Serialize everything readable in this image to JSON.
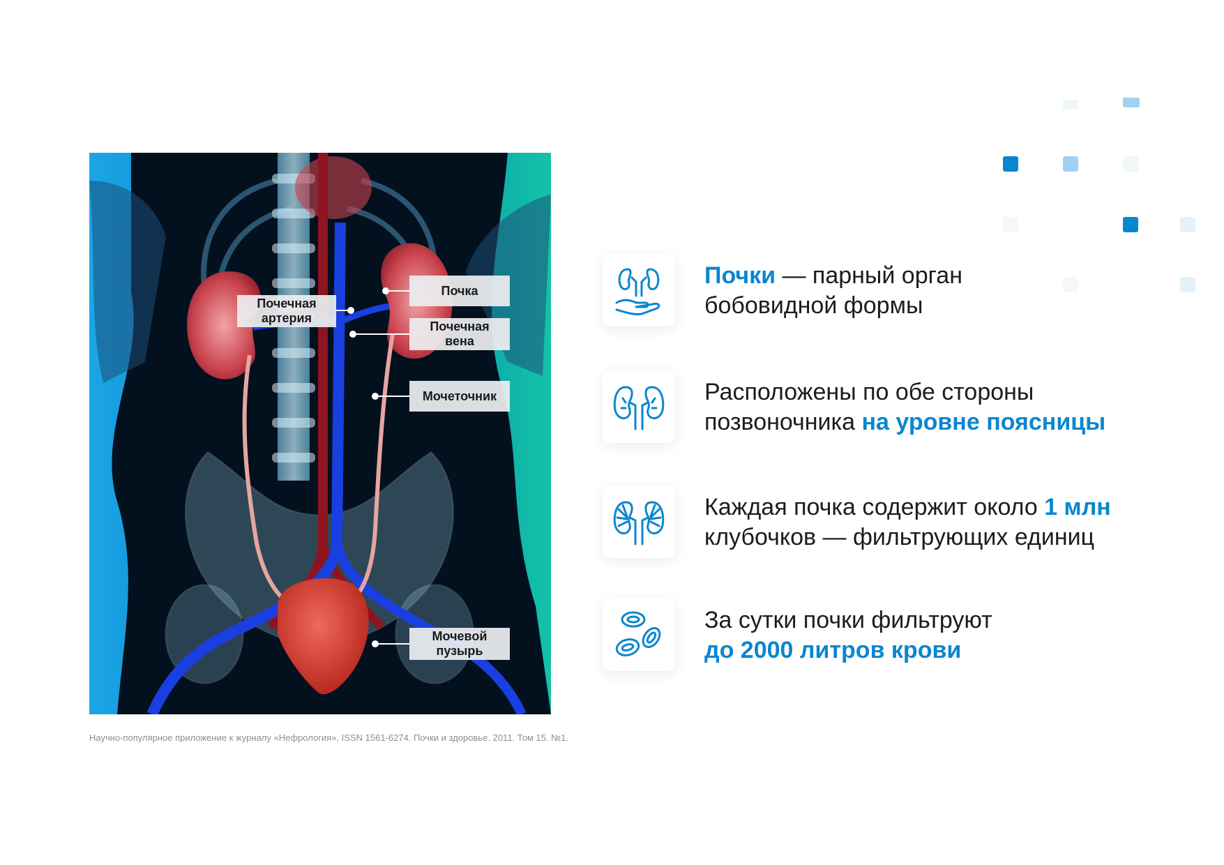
{
  "figure": {
    "labels": {
      "artery": "Почечная\nартерия",
      "kidney": "Почка",
      "vein": "Почечная\nвена",
      "ureter": "Мочеточник",
      "bladder": "Мочевой\nпузырь"
    }
  },
  "caption": "Научно-популярное приложение к журналу «Нефрология», ISSN 1561-6274. Почки и здоровье. 2011. Том 15. №1.",
  "facts": [
    {
      "icon": "kidney-hand-icon",
      "highlight": "Почки",
      "line1_rest": " — парный орган",
      "line2": "бобовидной формы"
    },
    {
      "icon": "kidneys-icon",
      "line1": "Расположены по обе стороны",
      "line2_plain": "позвоночника ",
      "line2_highlight": "на уровне поясницы"
    },
    {
      "icon": "kidney-structure-icon",
      "line1_plain": "Каждая почка содержит около ",
      "line1_highlight": "1 млн",
      "line2": "клубочков — фильтрующих единиц"
    },
    {
      "icon": "blood-cells-icon",
      "line1": "За сутки почки фильтруют",
      "line2_highlight": "до 2000 литров крови"
    }
  ],
  "colors": {
    "accent": "#0a86d0",
    "text": "#1c1c1c",
    "caption": "#8a8f94"
  }
}
